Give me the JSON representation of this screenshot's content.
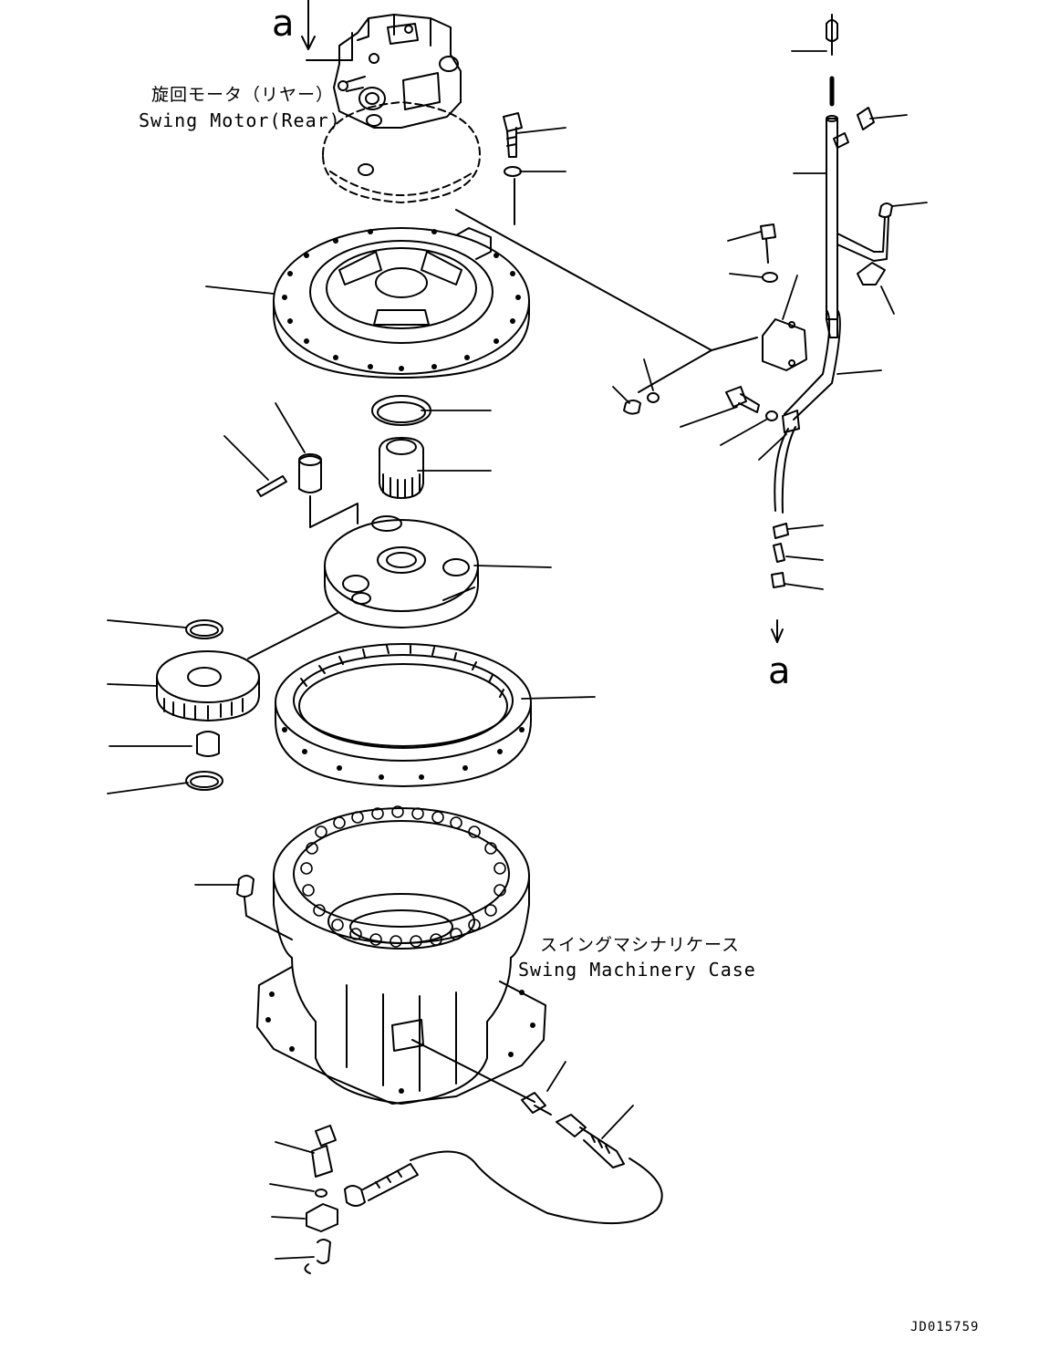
{
  "labels": {
    "swing_motor_jp": "旋回モータ（リヤー）",
    "swing_motor_en": "Swing Motor(Rear)",
    "machinery_case_jp": "スイングマシナリケース",
    "machinery_case_en": "Swing Machinery Case",
    "ref_top": "a",
    "ref_right": "a",
    "drawing_code": "JD015759"
  }
}
